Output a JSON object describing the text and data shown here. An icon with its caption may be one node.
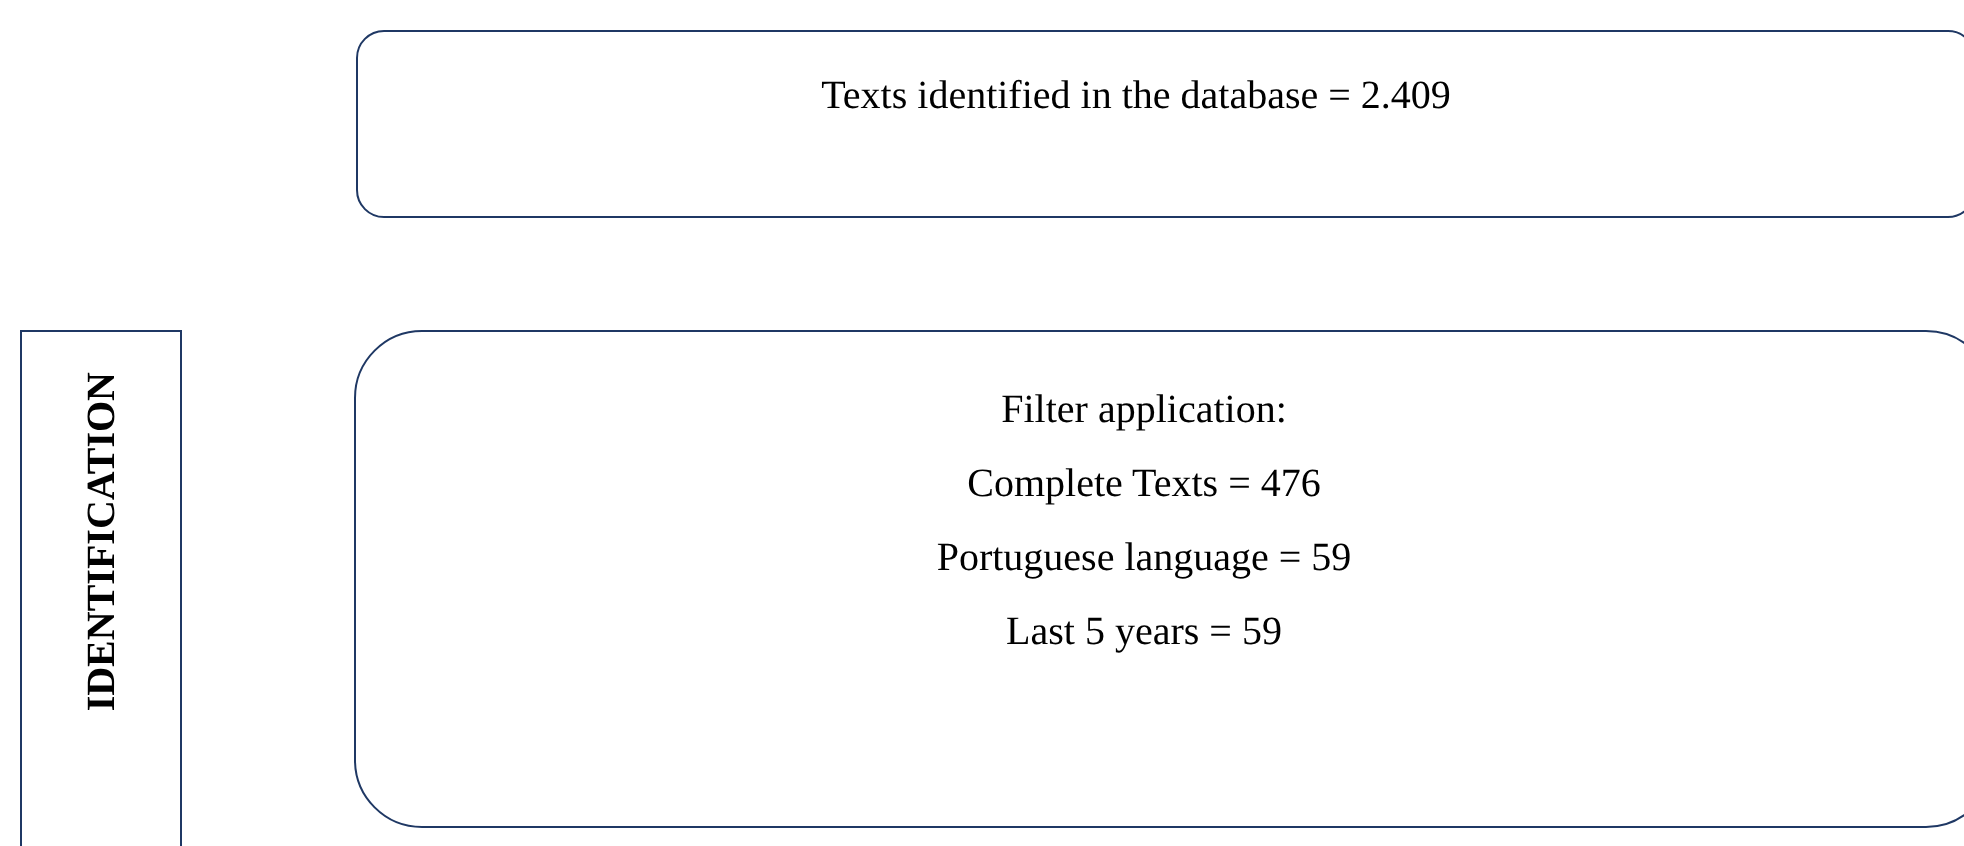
{
  "diagram": {
    "nodes": [
      {
        "text": [
          "Texts identified in the database = 2.409"
        ]
      },
      {
        "text": [
          "IDENTIFICATION"
        ]
      },
      {
        "text": [
          "Filter application:",
          "Complete Texts = 476",
          "Portuguese language = 59",
          "Last 5 years = 59"
        ]
      }
    ]
  }
}
